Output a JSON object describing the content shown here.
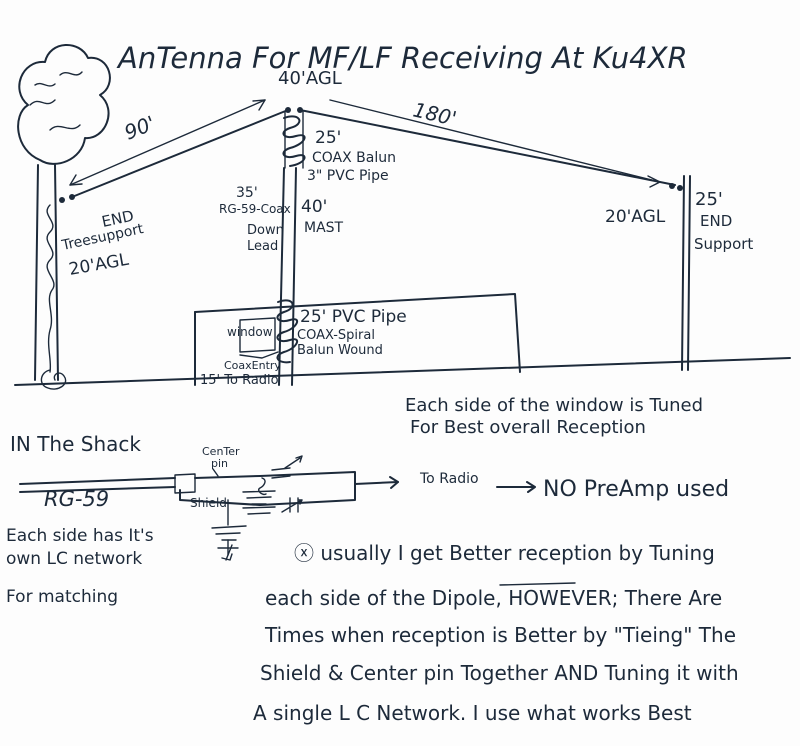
{
  "title": "AnTenna For MF/LF Receiving At Ku4XR",
  "antenna": {
    "apex_height": "40'AGL",
    "left_leg_length": "90'",
    "right_leg_length": "180'",
    "coax_balun_lines": [
      "25'",
      "COAX Balun",
      "3\" PVC Pipe"
    ],
    "downlead_lines": [
      "35'",
      "RG-59-Coax",
      "Down",
      "Lead"
    ],
    "mast_lines": [
      "40'",
      "MAST"
    ],
    "left_end_lines": [
      "END",
      "Treesupport",
      "20'AGL"
    ],
    "right_end_height": "20'AGL",
    "right_end_lines": [
      "25'",
      "END",
      "Support"
    ],
    "spiral_balun_lines": [
      "25' PVC Pipe",
      "COAX-Spiral",
      "Balun Wound"
    ],
    "window_label": "window",
    "coax_entry_lines": [
      "CoaxEntry",
      "15' To Radio"
    ],
    "window_note_lines": [
      "Each side of the window is Tuned",
      "For Best overall Reception"
    ]
  },
  "shack": {
    "heading": "IN The Shack",
    "coax_label": "RG-59",
    "center_pin_lines": [
      "CenTer",
      "pin"
    ],
    "shield_label": "Shield",
    "to_radio_label": "To Radio",
    "preamp_note": "NO PreAmp used",
    "lc_note_lines": [
      "Each side has It's",
      "own LC network",
      "For matching"
    ]
  },
  "bottom_note_lines": [
    "ⓧ usually I get Better reception by Tuning",
    "each side of the Dipole, HOWEVER; There Are",
    "Times when reception is Better by \"Tieing\" The",
    "Shield & Center pin Together AND Tuning it with",
    "A single L C Network. I use what works Best"
  ],
  "colors": {
    "ink": "#1d2a3a",
    "paper": "#fdfdfd"
  }
}
